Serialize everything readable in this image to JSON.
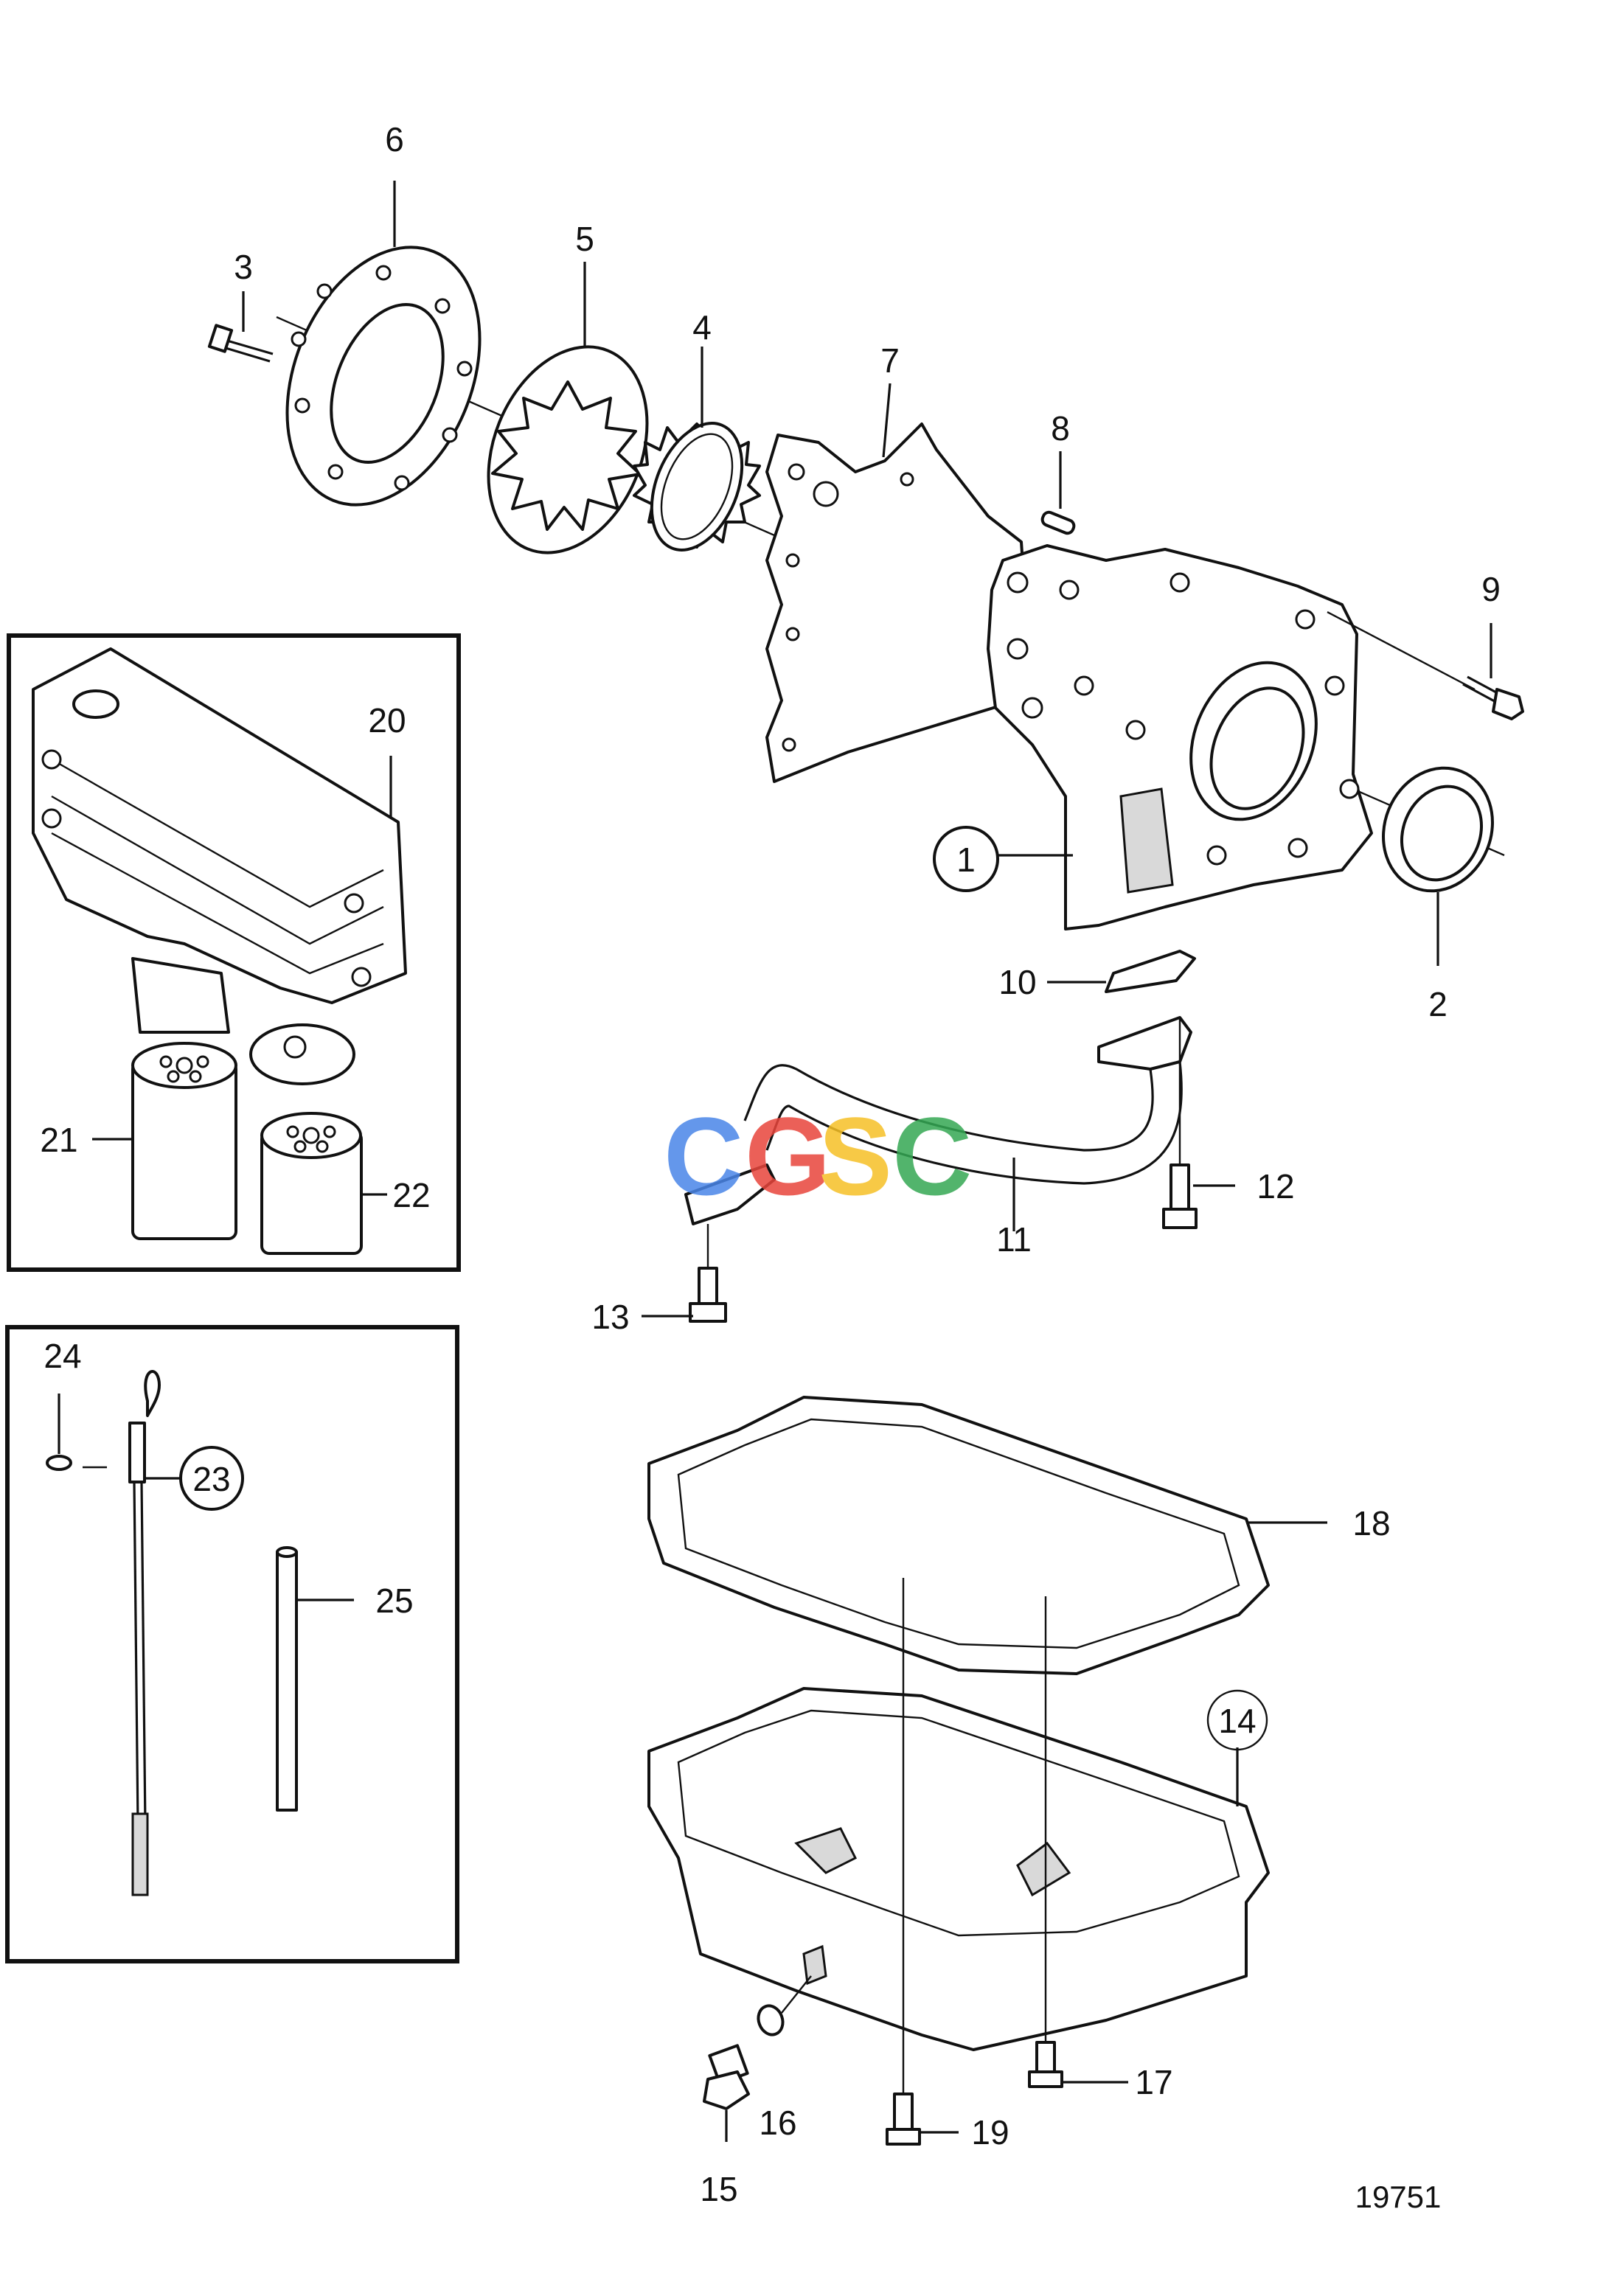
{
  "callouts": {
    "c1": "1",
    "c2": "2",
    "c3": "3",
    "c4": "4",
    "c5": "5",
    "c6": "6",
    "c7": "7",
    "c8": "8",
    "c9": "9",
    "c10": "10",
    "c11": "11",
    "c12": "12",
    "c13": "13",
    "c14": "14",
    "c15": "15",
    "c16": "16",
    "c17": "17",
    "c18": "18",
    "c19": "19",
    "c20": "20",
    "c21": "21",
    "c22": "22",
    "c23": "23",
    "c24": "24",
    "c25": "25"
  },
  "figure_number": "19751",
  "watermark": {
    "text": "CGSC",
    "colors": [
      "#4a86e8",
      "#e8453c",
      "#f6c026",
      "#34a853"
    ]
  }
}
